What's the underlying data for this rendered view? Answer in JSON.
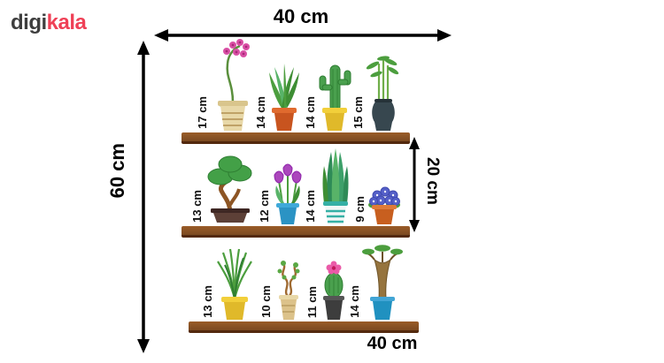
{
  "logo": {
    "digi": "digi",
    "kala": "kala"
  },
  "dimensions": {
    "top_width": "40 cm",
    "left_height": "60 cm",
    "shelf_gap": "20 cm",
    "bottom_width": "40 cm"
  },
  "shelves": [
    {
      "name": "top-shelf",
      "plants": [
        {
          "plant": "orchid",
          "height": "17 cm"
        },
        {
          "plant": "aloe",
          "height": "14 cm"
        },
        {
          "plant": "cactus",
          "height": "14 cm"
        },
        {
          "plant": "bamboo",
          "height": "15 cm"
        }
      ]
    },
    {
      "name": "middle-shelf",
      "plants": [
        {
          "plant": "bonsai",
          "height": "13 cm"
        },
        {
          "plant": "tulips",
          "height": "12 cm"
        },
        {
          "plant": "snake-plant",
          "height": "14 cm"
        },
        {
          "plant": "violets",
          "height": "9 cm"
        }
      ]
    },
    {
      "name": "bottom-shelf",
      "plants": [
        {
          "plant": "grass",
          "height": "13 cm"
        },
        {
          "plant": "twisted-succulent",
          "height": "10 cm"
        },
        {
          "plant": "flowering-cactus",
          "height": "11 cm"
        },
        {
          "plant": "baobab",
          "height": "14 cm"
        }
      ]
    }
  ],
  "colors": {
    "brand_red": "#ef4056",
    "logo_gray": "#3e3e3e",
    "shelf_brown": "#7b4a21",
    "arrow_black": "#000000"
  }
}
